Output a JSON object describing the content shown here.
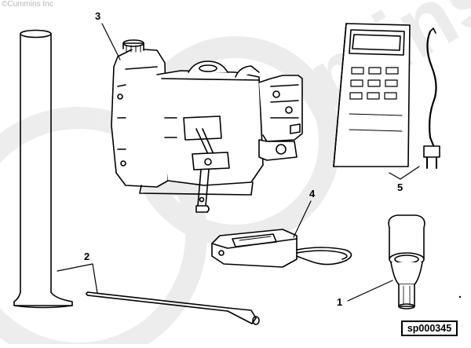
{
  "copyright": "©Cummins Inc",
  "watermark": "Cummins",
  "figure_id": "sp000345",
  "callouts": [
    {
      "label": "1"
    },
    {
      "label": "2"
    },
    {
      "label": "3"
    },
    {
      "label": "4"
    },
    {
      "label": "5"
    }
  ]
}
